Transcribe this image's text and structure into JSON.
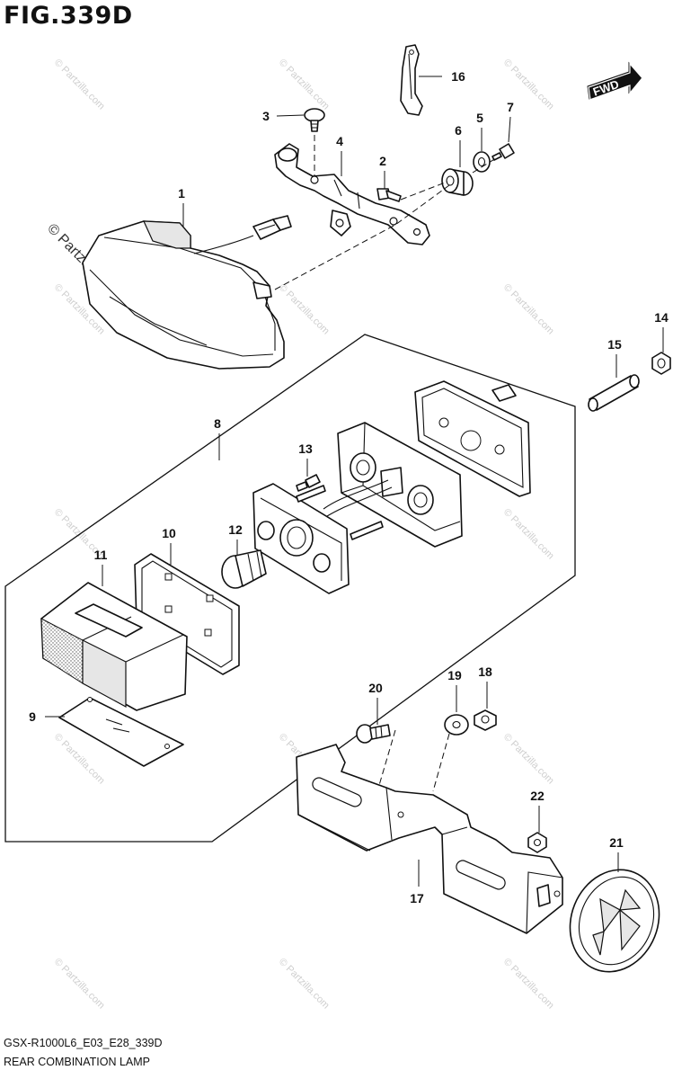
{
  "figure": {
    "title": "FIG.339D",
    "code": "GSX-R1000L6_E03_E28_339D",
    "name": "REAR COMBINATION LAMP"
  },
  "direction_badge": {
    "label": "FWD"
  },
  "watermark": {
    "text": "© Partzilla.com"
  },
  "callouts": [
    {
      "id": "c1",
      "label": "1"
    },
    {
      "id": "c2",
      "label": "2"
    },
    {
      "id": "c3",
      "label": "3"
    },
    {
      "id": "c4",
      "label": "4"
    },
    {
      "id": "c5",
      "label": "5"
    },
    {
      "id": "c6",
      "label": "6"
    },
    {
      "id": "c7",
      "label": "7"
    },
    {
      "id": "c8",
      "label": "8"
    },
    {
      "id": "c9",
      "label": "9"
    },
    {
      "id": "c10",
      "label": "10"
    },
    {
      "id": "c11",
      "label": "11"
    },
    {
      "id": "c12",
      "label": "12"
    },
    {
      "id": "c13",
      "label": "13"
    },
    {
      "id": "c14",
      "label": "14"
    },
    {
      "id": "c15",
      "label": "15"
    },
    {
      "id": "c16",
      "label": "16"
    },
    {
      "id": "c17",
      "label": "17"
    },
    {
      "id": "c18",
      "label": "18"
    },
    {
      "id": "c19",
      "label": "19"
    },
    {
      "id": "c20",
      "label": "20"
    },
    {
      "id": "c21",
      "label": "21"
    },
    {
      "id": "c22",
      "label": "22"
    }
  ]
}
